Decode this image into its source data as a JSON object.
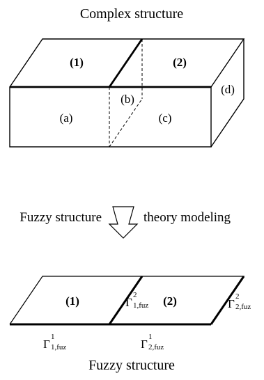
{
  "top": {
    "title": "Complex structure",
    "regions": [
      "(1)",
      "(2)"
    ],
    "faces": [
      "(a)",
      "(b)",
      "(c)",
      "(d)"
    ]
  },
  "middle": {
    "left_text": "Fuzzy structure",
    "right_text": "theory modeling"
  },
  "bottom": {
    "title": "Fuzzy structure",
    "regions": [
      "(1)",
      "(2)"
    ],
    "gamma": [
      {
        "base": "Γ",
        "sup": "2",
        "sub": "1,fuz"
      },
      {
        "base": "Γ",
        "sup": "2",
        "sub": "2,fuz"
      },
      {
        "base": "Γ",
        "sup": "1",
        "sub": "1,fuz"
      },
      {
        "base": "Γ",
        "sup": "1",
        "sub": "2,fuz"
      }
    ]
  }
}
